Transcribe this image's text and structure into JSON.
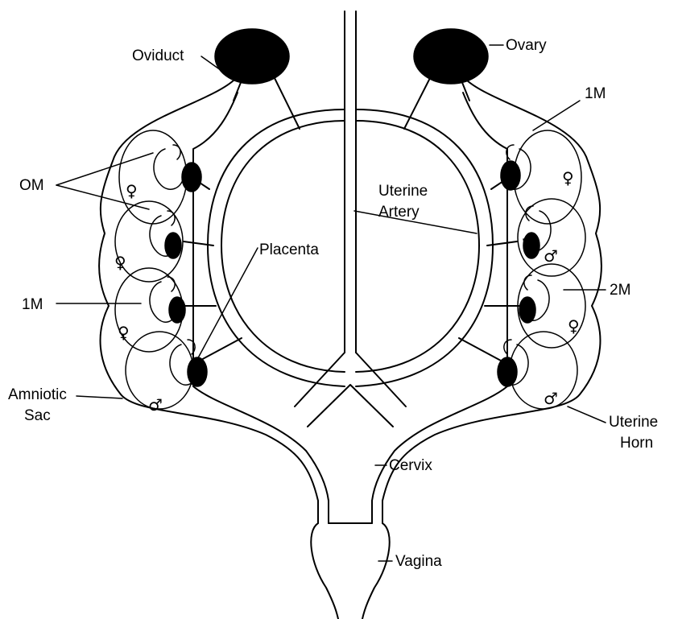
{
  "labels": {
    "ovary": "Ovary",
    "oviduct": "Oviduct",
    "om": "OM",
    "one_m_left": "1M",
    "one_m_right": "1M",
    "two_m": "2M",
    "uterine_artery_line1": "Uterine",
    "uterine_artery_line2": "Artery",
    "placenta": "Placenta",
    "amniotic_sac_line1": "Amniotic",
    "amniotic_sac_line2": "Sac",
    "uterine_horn_line1": "Uterine",
    "uterine_horn_line2": "Horn",
    "cervix": "Cervix",
    "vagina": "Vagina"
  },
  "fetuses": {
    "left": [
      {
        "sex_symbol": "♀"
      },
      {
        "sex_symbol": "♀"
      },
      {
        "sex_symbol": "♀"
      },
      {
        "sex_symbol": "♂"
      }
    ],
    "right": [
      {
        "sex_symbol": "♀"
      },
      {
        "sex_symbol": "♂"
      },
      {
        "sex_symbol": "♀"
      },
      {
        "sex_symbol": "♂"
      }
    ]
  }
}
